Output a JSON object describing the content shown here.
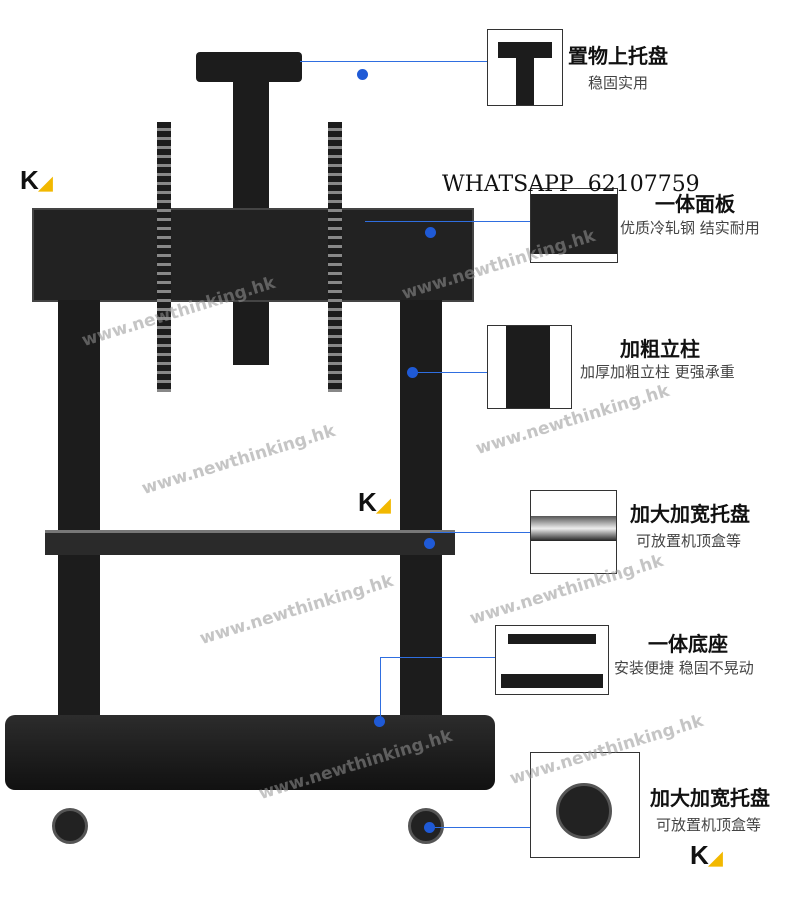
{
  "watermark": "www.newthinking.hk",
  "contact": "WHATSAPP  62107759",
  "logo": "K",
  "features": [
    {
      "title": "置物上托盘",
      "subtitle": "稳固实用"
    },
    {
      "title": "一体面板",
      "subtitle": "优质冷轧钢 结实耐用"
    },
    {
      "title": "加粗立柱",
      "subtitle": "加厚加粗立柱 更强承重"
    },
    {
      "title": "加大加宽托盘",
      "subtitle": "可放置机顶盒等"
    },
    {
      "title": "一体底座",
      "subtitle": "安装便捷 稳固不晃动"
    },
    {
      "title": "加大加宽托盘",
      "subtitle": "可放置机顶盒等"
    }
  ],
  "colors": {
    "accent": "#2f6ee0"
  }
}
